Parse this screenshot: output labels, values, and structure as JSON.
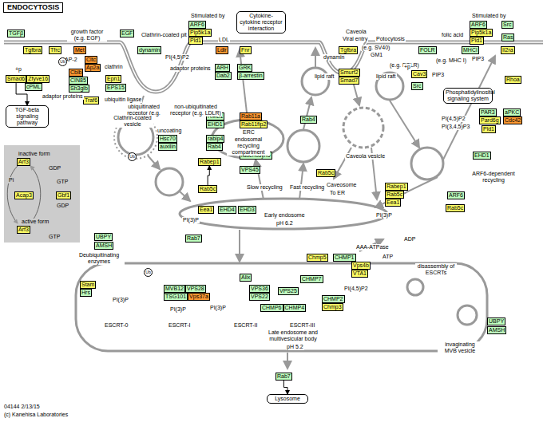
{
  "diagram": {
    "title": "ENDOCYTOSIS",
    "nodes": [
      {
        "text": [
          "TGFβ"
        ]
      },
      {
        "text": [
          "Tgfbra"
        ]
      },
      {
        "text": [
          "Tfrc"
        ]
      },
      {
        "text": [
          "Met"
        ]
      },
      {
        "text": [
          "EGF"
        ]
      },
      {
        "text": [
          "dynamin"
        ]
      },
      {
        "text": [
          "ARF6"
        ]
      },
      {
        "text": [
          "Pip5k1a"
        ]
      },
      {
        "text": [
          "Pld1"
        ]
      },
      {
        "text": [
          "Cytokine- cytokine receptor interaction"
        ]
      },
      {
        "text": [
          "Ldlr"
        ]
      },
      {
        "text": [
          "Fnr"
        ]
      },
      {
        "text": [
          "Tgfbra"
        ]
      },
      {
        "text": [
          "FOLR"
        ]
      },
      {
        "text": [
          "ARF6"
        ]
      },
      {
        "text": [
          "Src"
        ]
      },
      {
        "text": [
          "Pip5k1a"
        ]
      },
      {
        "text": [
          "Ras"
        ]
      },
      {
        "text": [
          "Pld1"
        ]
      },
      {
        "text": [
          "MHCI"
        ]
      },
      {
        "text": [
          "Il2ra"
        ]
      },
      {
        "text": [
          "Cltc"
        ]
      },
      {
        "text": [
          "Ap2a"
        ]
      },
      {
        "text": [
          "ARH"
        ]
      },
      {
        "text": [
          "Dab2"
        ]
      },
      {
        "text": [
          "GRK"
        ]
      },
      {
        "text": [
          "β-arrestin"
        ]
      },
      {
        "text": [
          "Cblb"
        ]
      },
      {
        "text": [
          "Smad6"
        ]
      },
      {
        "text": [
          "Zfyve16"
        ]
      },
      {
        "text": [
          "CIN85"
        ]
      },
      {
        "text": [
          "Epn1"
        ]
      },
      {
        "text": [
          "cPML"
        ]
      },
      {
        "text": [
          "Sh3glb"
        ]
      },
      {
        "text": [
          "EPS15"
        ]
      },
      {
        "text": [
          "Smurf2"
        ]
      },
      {
        "text": [
          "Cav3"
        ]
      },
      {
        "text": [
          "Smad7"
        ]
      },
      {
        "text": [
          "Rhoa"
        ]
      },
      {
        "text": [
          "Src"
        ]
      },
      {
        "text": [
          "Traf6"
        ]
      },
      {
        "text": [
          "TGF-beta signaling pathway"
        ]
      },
      {
        "text": [
          "Phosphatidylinositol signaling system"
        ]
      },
      {
        "text": [
          "PAR3"
        ]
      },
      {
        "text": [
          "aPKC"
        ]
      },
      {
        "text": [
          "Pard6g"
        ]
      },
      {
        "text": [
          "Cdc42"
        ]
      },
      {
        "text": [
          "Pld1"
        ]
      },
      {
        "text": [
          "RME1"
        ]
      },
      {
        "text": [
          "Rab11a"
        ]
      },
      {
        "text": [
          "Rab4"
        ]
      },
      {
        "text": [
          "EHD1"
        ]
      },
      {
        "text": [
          "Rab11fip2"
        ]
      },
      {
        "text": [
          "Hsc70"
        ]
      },
      {
        "text": [
          "rabip4"
        ]
      },
      {
        "text": [
          "auxilin"
        ]
      },
      {
        "text": [
          "Rab4"
        ]
      },
      {
        "text": [
          "rabenosyn5"
        ]
      },
      {
        "text": [
          "EHD1"
        ]
      },
      {
        "text": [
          "Arf3"
        ]
      },
      {
        "text": [
          "Rabep1"
        ]
      },
      {
        "text": [
          "VPS45"
        ]
      },
      {
        "text": [
          "Rab5c"
        ]
      },
      {
        "text": [
          "Rabep1"
        ]
      },
      {
        "text": [
          "Rab5c"
        ]
      },
      {
        "text": [
          "Rab5c"
        ]
      },
      {
        "text": [
          "Acap3"
        ]
      },
      {
        "text": [
          "Gbf1"
        ]
      },
      {
        "text": [
          "ARF6"
        ]
      },
      {
        "text": [
          "Eea1"
        ]
      },
      {
        "text": [
          "Rab5c"
        ]
      },
      {
        "text": [
          "Eea1"
        ]
      },
      {
        "text": [
          "EHD4"
        ]
      },
      {
        "text": [
          "EHD3"
        ]
      },
      {
        "text": [
          "Arf3"
        ]
      },
      {
        "text": [
          "UBPY"
        ]
      },
      {
        "text": [
          "Rab7"
        ]
      },
      {
        "text": [
          "AMSH"
        ]
      },
      {
        "text": [
          "Chmp5"
        ]
      },
      {
        "text": [
          "CHMP1"
        ]
      },
      {
        "text": [
          "Vps4b"
        ]
      },
      {
        "text": [
          "VTA1"
        ]
      },
      {
        "text": [
          "Alix"
        ]
      },
      {
        "text": [
          "CHMP7"
        ]
      },
      {
        "text": [
          "Stam"
        ]
      },
      {
        "text": [
          "MVB12"
        ]
      },
      {
        "text": [
          "VPS28"
        ]
      },
      {
        "text": [
          "VPS36"
        ]
      },
      {
        "text": [
          "VPS25"
        ]
      },
      {
        "text": [
          "Hrs"
        ]
      },
      {
        "text": [
          "TSG101"
        ]
      },
      {
        "text": [
          "Vps37a"
        ]
      },
      {
        "text": [
          "VPS22"
        ]
      },
      {
        "text": [
          "CHMP2"
        ]
      },
      {
        "text": [
          "Chmp3"
        ]
      },
      {
        "text": [
          "CHMP6"
        ]
      },
      {
        "text": [
          "CHMP4"
        ]
      },
      {
        "text": [
          "UBPY"
        ]
      },
      {
        "text": [
          "AMSH"
        ]
      },
      {
        "text": [
          "Rab7"
        ]
      },
      {
        "text": [
          "Lysosome"
        ]
      }
    ],
    "edges": [
      {
        "from": 28,
        "to": 41,
        "arrow": "to"
      },
      {
        "from": 64,
        "to": 60,
        "arrow": "to"
      },
      {
        "from": 99,
        "to": 100,
        "arrow": "to"
      }
    ],
    "labels": [
      "growth factor (e.g. EGF)",
      "Clathrin-coated pit",
      "Stimulated by",
      "LDL",
      "Caveola",
      "Viral entry",
      "Potocytosis",
      "(e.g. SV40)",
      "GM1",
      "folic acid",
      "Stimulated by",
      "+p",
      "AP-2",
      "clathrin",
      "adaptor proteins",
      "ubiquitin ligase",
      "PI(4,5)P2",
      "adaptor proteins",
      "ubiquitinated receptor (e.g. EGFR)",
      "non-ubiquitinated receptor (e.g. LDLR)",
      "dynamin",
      "lipid raft",
      "(e.g. FOLR)",
      "lipid raft",
      "+p",
      "PIP3",
      "(e.g. MHC I)",
      "PIP3",
      "PI(4,5)P2",
      "PI(3,4,5)P3",
      "Clathrin-coated vesicle",
      "uncoating",
      "ERC",
      "endosomal recycling compartment",
      "Caveola vesicle",
      "Caveosome",
      "To ER",
      "Slow recycling",
      "Fast recycling",
      "ARF6-dependent recycling",
      "PI(3)P",
      "Early endosome",
      "pH 6.2",
      "PI(3)P",
      "Deubiquitinating enzymes",
      "AAA-ATPase",
      "ADP",
      "ATP",
      "disassembly of ESCRTs",
      "PI(3)P",
      "PI(3)P",
      "PI(3)P",
      "PI(4,5)P2",
      "ESCRT-0",
      "ESCRT-I",
      "ESCRT-II",
      "ESCRT-III",
      "Late endosome and multivesicular body",
      "pH 5.2",
      "invaginating MVB vesicle",
      "inactive form",
      "GDP",
      "Pi",
      "GTP",
      "GDP",
      "active form",
      "GTP",
      "04144 2/13/15",
      "(c) Kanehisa Laboratories",
      "Ub",
      "Ub",
      "Ub"
    ]
  }
}
